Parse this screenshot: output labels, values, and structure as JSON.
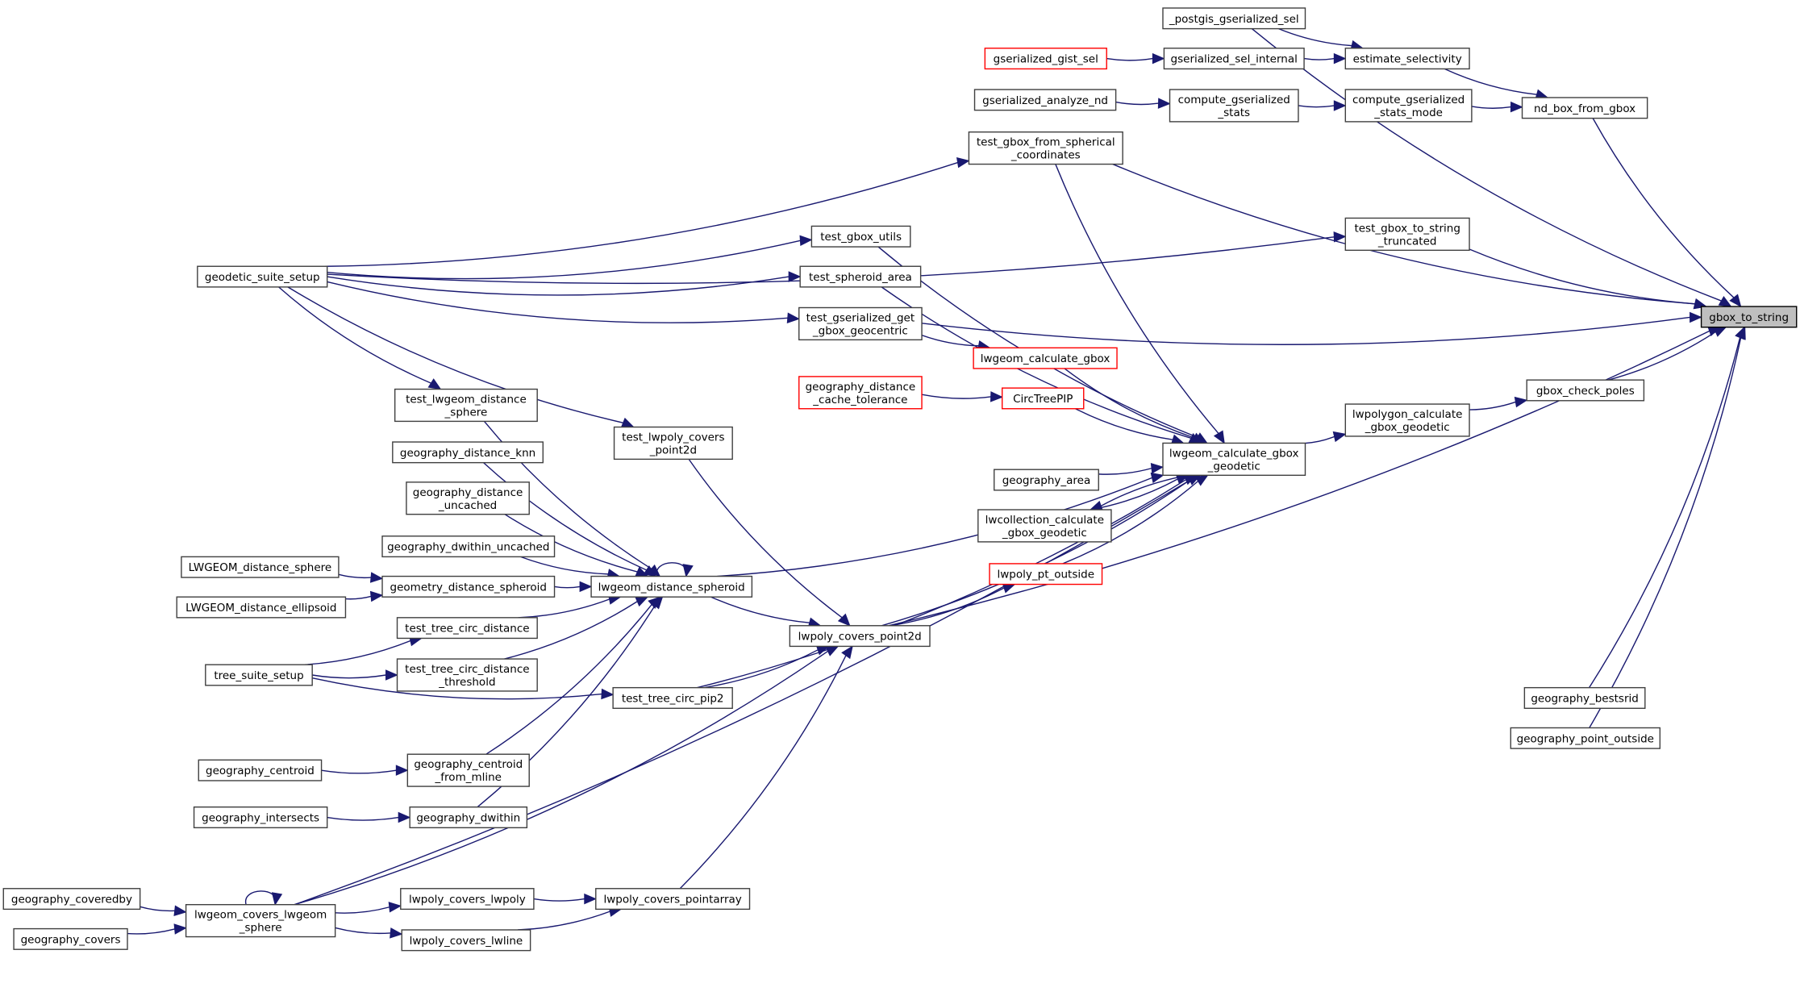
{
  "graph": {
    "title": "gbox_to_string caller graph",
    "edge_color": "#191970",
    "root": "gbox_to_string",
    "colors": {
      "normal_border": "#404040",
      "truncated_border": "#ff0000",
      "root_fill": "#bfbfbf"
    },
    "nodes": [
      {
        "id": "postgis_gserialized_sel",
        "lines": [
          "_postgis_gserialized_sel"
        ],
        "style": "normal"
      },
      {
        "id": "gserialized_gist_sel",
        "lines": [
          "gserialized_gist_sel"
        ],
        "style": "red"
      },
      {
        "id": "gserialized_sel_internal",
        "lines": [
          "gserialized_sel_internal"
        ],
        "style": "normal"
      },
      {
        "id": "estimate_selectivity",
        "lines": [
          "estimate_selectivity"
        ],
        "style": "normal"
      },
      {
        "id": "gserialized_analyze_nd",
        "lines": [
          "gserialized_analyze_nd"
        ],
        "style": "normal"
      },
      {
        "id": "compute_gserialized_stats",
        "lines": [
          "compute_gserialized",
          "_stats"
        ],
        "style": "normal"
      },
      {
        "id": "compute_gserialized_stats_mode",
        "lines": [
          "compute_gserialized",
          "_stats_mode"
        ],
        "style": "normal"
      },
      {
        "id": "nd_box_from_gbox",
        "lines": [
          "nd_box_from_gbox"
        ],
        "style": "normal"
      },
      {
        "id": "test_gbox_from_spherical_coordinates",
        "lines": [
          "test_gbox_from_spherical",
          "_coordinates"
        ],
        "style": "normal"
      },
      {
        "id": "test_gbox_to_string_truncated",
        "lines": [
          "test_gbox_to_string",
          "_truncated"
        ],
        "style": "normal"
      },
      {
        "id": "gbox_to_string",
        "lines": [
          "gbox_to_string"
        ],
        "style": "root"
      },
      {
        "id": "geodetic_suite_setup",
        "lines": [
          "geodetic_suite_setup"
        ],
        "style": "normal"
      },
      {
        "id": "test_gbox_utils",
        "lines": [
          "test_gbox_utils"
        ],
        "style": "normal"
      },
      {
        "id": "test_spheroid_area",
        "lines": [
          "test_spheroid_area"
        ],
        "style": "normal"
      },
      {
        "id": "test_gserialized_get_gbox_geocentric",
        "lines": [
          "test_gserialized_get",
          "_gbox_geocentric"
        ],
        "style": "normal"
      },
      {
        "id": "lwgeom_calculate_gbox",
        "lines": [
          "lwgeom_calculate_gbox"
        ],
        "style": "red"
      },
      {
        "id": "geography_distance_cache_tolerance",
        "lines": [
          "geography_distance",
          "_cache_tolerance"
        ],
        "style": "red"
      },
      {
        "id": "CircTreePIP",
        "lines": [
          "CircTreePIP"
        ],
        "style": "red"
      },
      {
        "id": "test_lwgeom_distance_sphere",
        "lines": [
          "test_lwgeom_distance",
          "_sphere"
        ],
        "style": "normal"
      },
      {
        "id": "test_lwpoly_covers_point2d",
        "lines": [
          "test_lwpoly_covers",
          "_point2d"
        ],
        "style": "normal"
      },
      {
        "id": "geography_distance_knn",
        "lines": [
          "geography_distance_knn"
        ],
        "style": "normal"
      },
      {
        "id": "lwgeom_calculate_gbox_geodetic",
        "lines": [
          "lwgeom_calculate_gbox",
          "_geodetic"
        ],
        "style": "normal"
      },
      {
        "id": "lwpolygon_calculate_gbox_geodetic",
        "lines": [
          "lwpolygon_calculate",
          "_gbox_geodetic"
        ],
        "style": "normal"
      },
      {
        "id": "gbox_check_poles",
        "lines": [
          "gbox_check_poles"
        ],
        "style": "normal"
      },
      {
        "id": "geography_area",
        "lines": [
          "geography_area"
        ],
        "style": "normal"
      },
      {
        "id": "geography_distance_uncached",
        "lines": [
          "geography_distance",
          "_uncached"
        ],
        "style": "normal"
      },
      {
        "id": "lwcollection_calculate_gbox_geodetic",
        "lines": [
          "lwcollection_calculate",
          "_gbox_geodetic"
        ],
        "style": "normal"
      },
      {
        "id": "geography_dwithin_uncached",
        "lines": [
          "geography_dwithin_uncached"
        ],
        "style": "normal"
      },
      {
        "id": "LWGEOM_distance_sphere",
        "lines": [
          "LWGEOM_distance_sphere"
        ],
        "style": "normal"
      },
      {
        "id": "geometry_distance_spheroid",
        "lines": [
          "geometry_distance_spheroid"
        ],
        "style": "normal"
      },
      {
        "id": "lwgeom_distance_spheroid",
        "lines": [
          "lwgeom_distance_spheroid"
        ],
        "style": "normal"
      },
      {
        "id": "LWGEOM_distance_ellipsoid",
        "lines": [
          "LWGEOM_distance_ellipsoid"
        ],
        "style": "normal"
      },
      {
        "id": "lwpoly_pt_outside",
        "lines": [
          "lwpoly_pt_outside"
        ],
        "style": "red"
      },
      {
        "id": "test_tree_circ_distance",
        "lines": [
          "test_tree_circ_distance"
        ],
        "style": "normal"
      },
      {
        "id": "lwpoly_covers_point2d",
        "lines": [
          "lwpoly_covers_point2d"
        ],
        "style": "normal"
      },
      {
        "id": "tree_suite_setup",
        "lines": [
          "tree_suite_setup"
        ],
        "style": "normal"
      },
      {
        "id": "test_tree_circ_distance_threshold",
        "lines": [
          "test_tree_circ_distance",
          "_threshold"
        ],
        "style": "normal"
      },
      {
        "id": "test_tree_circ_pip2",
        "lines": [
          "test_tree_circ_pip2"
        ],
        "style": "normal"
      },
      {
        "id": "geography_bestsrid",
        "lines": [
          "geography_bestsrid"
        ],
        "style": "normal"
      },
      {
        "id": "geography_point_outside",
        "lines": [
          "geography_point_outside"
        ],
        "style": "normal"
      },
      {
        "id": "geography_centroid",
        "lines": [
          "geography_centroid"
        ],
        "style": "normal"
      },
      {
        "id": "geography_centroid_from_mline",
        "lines": [
          "geography_centroid",
          "_from_mline"
        ],
        "style": "normal"
      },
      {
        "id": "geography_intersects",
        "lines": [
          "geography_intersects"
        ],
        "style": "normal"
      },
      {
        "id": "geography_dwithin",
        "lines": [
          "geography_dwithin"
        ],
        "style": "normal"
      },
      {
        "id": "geography_coveredby",
        "lines": [
          "geography_coveredby"
        ],
        "style": "normal"
      },
      {
        "id": "lwgeom_covers_lwgeom_sphere",
        "lines": [
          "lwgeom_covers_lwgeom",
          "_sphere"
        ],
        "style": "normal"
      },
      {
        "id": "lwpoly_covers_lwpoly",
        "lines": [
          "lwpoly_covers_lwpoly"
        ],
        "style": "normal"
      },
      {
        "id": "lwpoly_covers_pointarray",
        "lines": [
          "lwpoly_covers_pointarray"
        ],
        "style": "normal"
      },
      {
        "id": "geography_covers",
        "lines": [
          "geography_covers"
        ],
        "style": "normal"
      },
      {
        "id": "lwpoly_covers_lwline",
        "lines": [
          "lwpoly_covers_lwline"
        ],
        "style": "normal"
      }
    ],
    "edges": [
      {
        "from": "postgis_gserialized_sel",
        "to": "gbox_to_string"
      },
      {
        "from": "postgis_gserialized_sel",
        "to": "estimate_selectivity"
      },
      {
        "from": "gserialized_gist_sel",
        "to": "gserialized_sel_internal"
      },
      {
        "from": "gserialized_sel_internal",
        "to": "estimate_selectivity"
      },
      {
        "from": "estimate_selectivity",
        "to": "nd_box_from_gbox"
      },
      {
        "from": "gserialized_analyze_nd",
        "to": "compute_gserialized_stats"
      },
      {
        "from": "compute_gserialized_stats",
        "to": "compute_gserialized_stats_mode"
      },
      {
        "from": "compute_gserialized_stats_mode",
        "to": "nd_box_from_gbox"
      },
      {
        "from": "nd_box_from_gbox",
        "to": "gbox_to_string"
      },
      {
        "from": "test_gbox_from_spherical_coordinates",
        "to": "gbox_to_string"
      },
      {
        "from": "test_gbox_from_spherical_coordinates",
        "to": "lwgeom_calculate_gbox_geodetic"
      },
      {
        "from": "test_gbox_to_string_truncated",
        "to": "gbox_to_string"
      },
      {
        "from": "geodetic_suite_setup",
        "to": "test_gbox_from_spherical_coordinates"
      },
      {
        "from": "geodetic_suite_setup",
        "to": "test_gbox_to_string_truncated"
      },
      {
        "from": "geodetic_suite_setup",
        "to": "test_gbox_utils"
      },
      {
        "from": "geodetic_suite_setup",
        "to": "test_spheroid_area"
      },
      {
        "from": "geodetic_suite_setup",
        "to": "test_gserialized_get_gbox_geocentric"
      },
      {
        "from": "geodetic_suite_setup",
        "to": "test_lwgeom_distance_sphere"
      },
      {
        "from": "geodetic_suite_setup",
        "to": "test_lwpoly_covers_point2d"
      },
      {
        "from": "test_gbox_utils",
        "to": "lwgeom_calculate_gbox_geodetic"
      },
      {
        "from": "test_spheroid_area",
        "to": "lwgeom_calculate_gbox_geodetic"
      },
      {
        "from": "test_gserialized_get_gbox_geocentric",
        "to": "gbox_to_string"
      },
      {
        "from": "test_gserialized_get_gbox_geocentric",
        "to": "lwgeom_calculate_gbox"
      },
      {
        "from": "lwgeom_calculate_gbox",
        "to": "lwgeom_calculate_gbox_geodetic"
      },
      {
        "from": "geography_distance_cache_tolerance",
        "to": "CircTreePIP"
      },
      {
        "from": "CircTreePIP",
        "to": "lwgeom_calculate_gbox_geodetic"
      },
      {
        "from": "lwgeom_calculate_gbox_geodetic",
        "to": "lwpolygon_calculate_gbox_geodetic"
      },
      {
        "from": "lwpolygon_calculate_gbox_geodetic",
        "to": "gbox_check_poles"
      },
      {
        "from": "gbox_check_poles",
        "to": "gbox_to_string"
      },
      {
        "from": "geography_area",
        "to": "lwgeom_calculate_gbox_geodetic"
      },
      {
        "from": "lwcollection_calculate_gbox_geodetic",
        "to": "lwgeom_calculate_gbox_geodetic"
      },
      {
        "from": "lwgeom_calculate_gbox_geodetic",
        "to": "lwcollection_calculate_gbox_geodetic"
      },
      {
        "from": "lwpoly_pt_outside",
        "to": "lwgeom_calculate_gbox_geodetic"
      },
      {
        "from": "lwpoly_covers_point2d",
        "to": "lwpoly_pt_outside"
      },
      {
        "from": "lwpoly_covers_point2d",
        "to": "lwgeom_calculate_gbox_geodetic"
      },
      {
        "from": "lwpoly_covers_point2d",
        "to": "gbox_to_string"
      },
      {
        "from": "lwgeom_distance_spheroid",
        "to": "lwgeom_calculate_gbox_geodetic"
      },
      {
        "from": "lwgeom_distance_spheroid",
        "to": "lwgeom_distance_spheroid"
      },
      {
        "from": "lwgeom_distance_spheroid",
        "to": "lwpoly_covers_point2d"
      },
      {
        "from": "test_lwgeom_distance_sphere",
        "to": "lwgeom_distance_spheroid"
      },
      {
        "from": "test_lwpoly_covers_point2d",
        "to": "lwpoly_covers_point2d"
      },
      {
        "from": "geography_distance_knn",
        "to": "lwgeom_distance_spheroid"
      },
      {
        "from": "geography_distance_uncached",
        "to": "lwgeom_distance_spheroid"
      },
      {
        "from": "geography_dwithin_uncached",
        "to": "lwgeom_distance_spheroid"
      },
      {
        "from": "LWGEOM_distance_sphere",
        "to": "geometry_distance_spheroid"
      },
      {
        "from": "LWGEOM_distance_ellipsoid",
        "to": "geometry_distance_spheroid"
      },
      {
        "from": "geometry_distance_spheroid",
        "to": "lwgeom_distance_spheroid"
      },
      {
        "from": "test_tree_circ_distance",
        "to": "lwgeom_distance_spheroid"
      },
      {
        "from": "test_tree_circ_distance_threshold",
        "to": "lwgeom_distance_spheroid"
      },
      {
        "from": "tree_suite_setup",
        "to": "test_tree_circ_distance"
      },
      {
        "from": "tree_suite_setup",
        "to": "test_tree_circ_distance_threshold"
      },
      {
        "from": "tree_suite_setup",
        "to": "test_tree_circ_pip2"
      },
      {
        "from": "test_tree_circ_pip2",
        "to": "lwpoly_covers_point2d"
      },
      {
        "from": "test_tree_circ_pip2",
        "to": "lwgeom_calculate_gbox_geodetic"
      },
      {
        "from": "geography_bestsrid",
        "to": "gbox_to_string"
      },
      {
        "from": "geography_point_outside",
        "to": "gbox_to_string"
      },
      {
        "from": "geography_centroid",
        "to": "geography_centroid_from_mline"
      },
      {
        "from": "geography_centroid_from_mline",
        "to": "lwgeom_distance_spheroid"
      },
      {
        "from": "geography_intersects",
        "to": "geography_dwithin"
      },
      {
        "from": "geography_dwithin",
        "to": "lwgeom_distance_spheroid"
      },
      {
        "from": "geography_coveredby",
        "to": "lwgeom_covers_lwgeom_sphere"
      },
      {
        "from": "geography_covers",
        "to": "lwgeom_covers_lwgeom_sphere"
      },
      {
        "from": "lwgeom_covers_lwgeom_sphere",
        "to": "lwgeom_covers_lwgeom_sphere"
      },
      {
        "from": "lwgeom_covers_lwgeom_sphere",
        "to": "lwpoly_covers_lwpoly"
      },
      {
        "from": "lwgeom_covers_lwgeom_sphere",
        "to": "lwpoly_covers_lwline"
      },
      {
        "from": "lwgeom_covers_lwgeom_sphere",
        "to": "lwgeom_calculate_gbox_geodetic"
      },
      {
        "from": "lwgeom_covers_lwgeom_sphere",
        "to": "lwpoly_covers_point2d"
      },
      {
        "from": "lwpoly_covers_lwpoly",
        "to": "lwpoly_covers_pointarray"
      },
      {
        "from": "lwpoly_covers_lwline",
        "to": "lwpoly_covers_pointarray"
      },
      {
        "from": "lwpoly_covers_pointarray",
        "to": "lwpoly_covers_point2d"
      }
    ]
  }
}
